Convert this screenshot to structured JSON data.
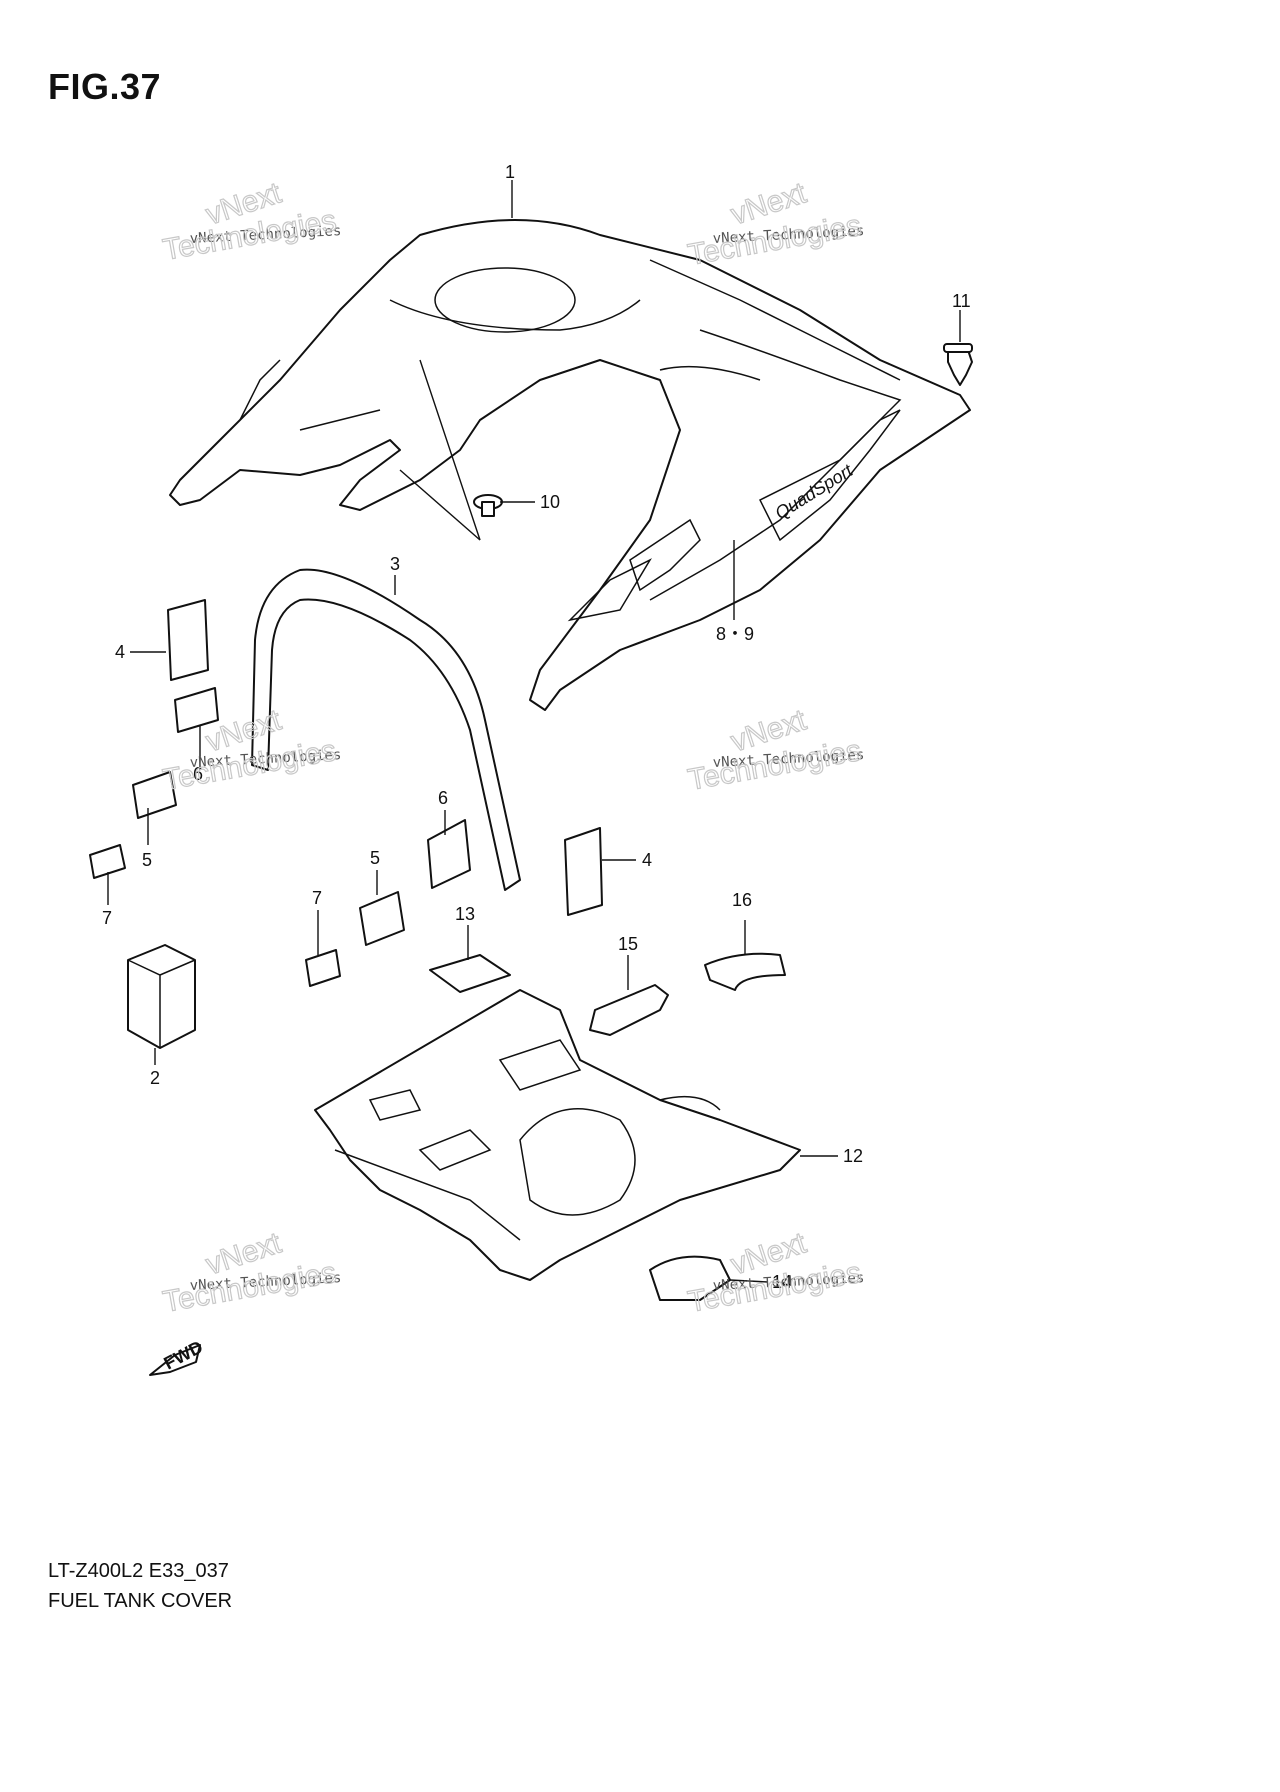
{
  "figure": {
    "title": "FIG.37",
    "model_code": "LT-Z400L2 E33_037",
    "caption": "FUEL TANK COVER"
  },
  "watermark": {
    "line1": "vNext Technologies",
    "line2": "Technologies",
    "line3": "vNext"
  },
  "callouts": {
    "c1": "1",
    "c2": "2",
    "c3": "3",
    "c4a": "4",
    "c4b": "4",
    "c5a": "5",
    "c5b": "5",
    "c6a": "6",
    "c6b": "6",
    "c7a": "7",
    "c7b": "7",
    "c89": "8・9",
    "c10": "10",
    "c11": "11",
    "c12": "12",
    "c13": "13",
    "c14": "14",
    "c15": "15",
    "c16": "16"
  },
  "fwd_label": "FWD",
  "decal_text": "QuadSport"
}
